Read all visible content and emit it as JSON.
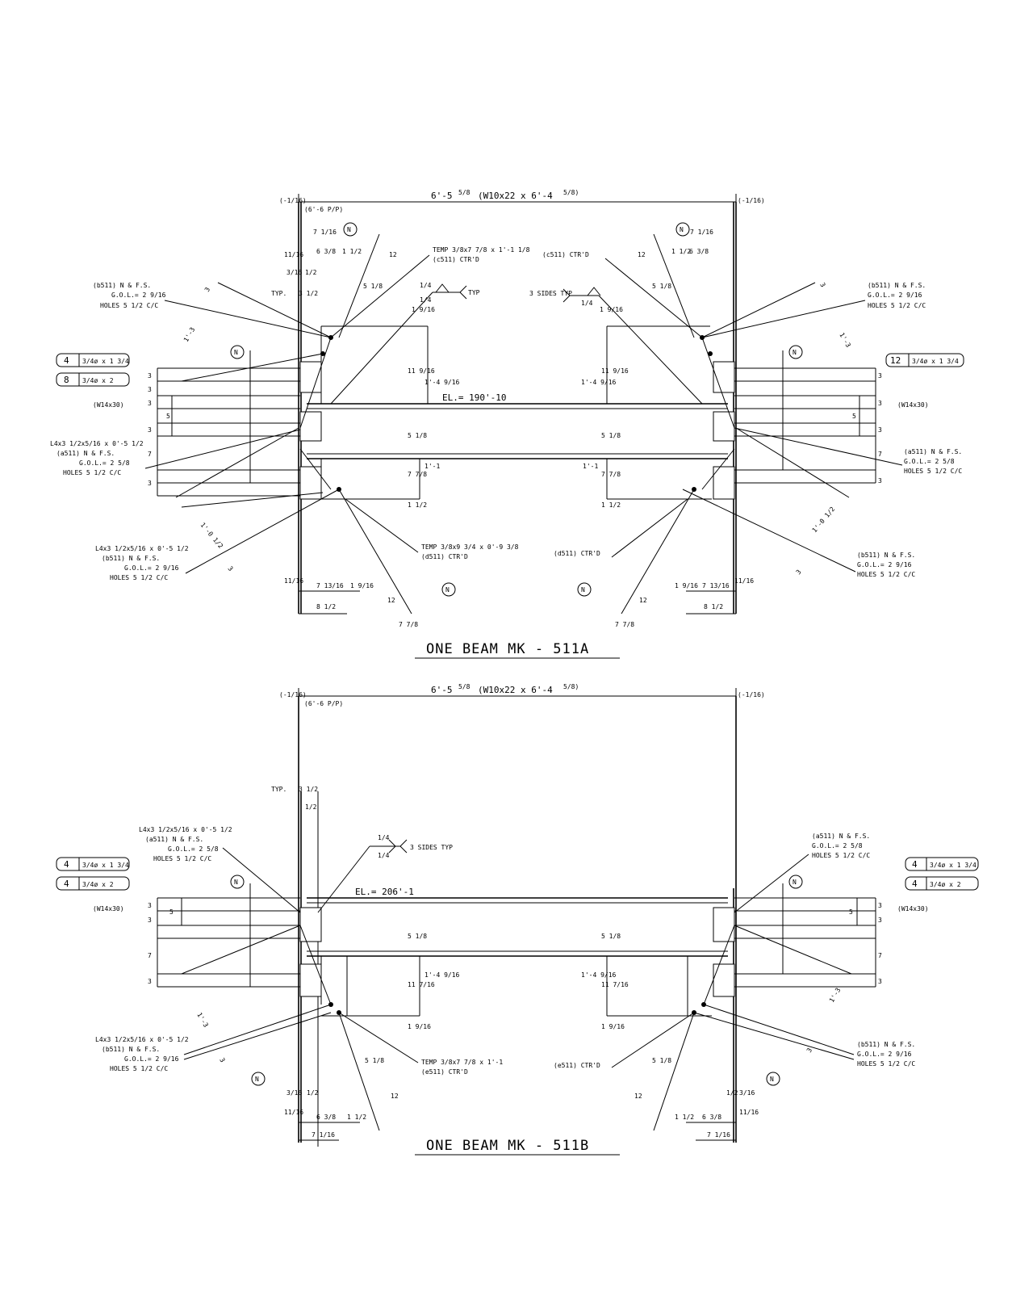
{
  "colors": {
    "ink": "#000000",
    "paper": "#ffffff"
  },
  "sheet": {
    "beam_a": {
      "title": "ONE BEAM MK - 511A",
      "overall_length": "6'-5",
      "overall_length_frac": "5/8",
      "member_spec": "(W10x22 x 6'-4",
      "member_spec_frac": "5/8)",
      "pp_note": "(6'-6 P/P)",
      "end_offset_left": "(-1/16)",
      "end_offset_right": "(-1/16)",
      "elevation": "EL.= 190'-10",
      "column_left": "(W14x30)",
      "column_right": "(W14x30)",
      "bolts_left": [
        {
          "qty": "4",
          "size": "3/4ø x 1 3/4"
        },
        {
          "qty": "8",
          "size": "3/4ø x 2"
        }
      ],
      "bolts_right": [
        {
          "qty": "12",
          "size": "3/4ø x 1 3/4"
        }
      ],
      "notes_left": [
        "(b511) N & F.S.",
        "G.O.L.= 2 9/16",
        "HOLES 5 1/2 C/C",
        "L4x3 1/2x5/16 x 0'-5 1/2",
        "(a511) N & F.S.",
        "G.O.L.= 2 5/8",
        "HOLES 5 1/2 C/C",
        "L4x3 1/2x5/16 x 0'-5 1/2",
        "(b511) N & F.S.",
        "G.O.L.= 2 9/16",
        "HOLES 5 1/2 C/C"
      ],
      "notes_right": [
        "(b511) N & F.S.",
        "G.O.L.= 2 9/16",
        "HOLES 5 1/2 C/C",
        "(a511) N & F.S.",
        "G.O.L.= 2 5/8",
        "HOLES 5 1/2 C/C",
        "(b511) N & F.S.",
        "G.O.L.= 2 9/16",
        "HOLES 5 1/2 C/C"
      ],
      "plate_top": [
        "TEMP 3/8x7 7/8 x 1'-1 1/8",
        "(c511) CTR'D"
      ],
      "plate_bottom": [
        "TEMP 3/8x9 3/4 x 0'-9 3/8",
        "(d511) CTR'D"
      ],
      "ctr_top_right": "(c511) CTR'D",
      "ctr_bottom_right": "(d511) CTR'D",
      "weld_left": {
        "size": "1/4",
        "note": "TYP"
      },
      "weld_right": {
        "size": "1/4",
        "note": "3 SIDES TYP"
      },
      "typ_label": "TYP.",
      "dims": {
        "top_a": "7 1/16",
        "top_b": "6 3/8",
        "top_c": "1 1/2",
        "left_a": "11/16",
        "left_b": "3/16",
        "left_c": "1/2",
        "typ_dim": "3 1/2",
        "slope_run": "5 1/8",
        "slope_rise": "12",
        "bot_a": "11/16",
        "bot_b": "7 13/16",
        "bot_c": "1 9/16",
        "bot_d": "8 1/2",
        "bot_slope_run": "7 7/8",
        "bot_slope_rise": "12",
        "v_top": "11 9/16",
        "v_top_small": "1 9/16",
        "v_top_tot": "1'-4 9/16",
        "v_web": "5 1/8",
        "v_bot": "7 7/8",
        "v_bot_tot": "1'-1",
        "v_bot_small": "1 1/2",
        "diag_top": "1'-3",
        "diag_bot": "1'-0 1/2",
        "diag_small": "3",
        "col_rows": [
          "3",
          "3",
          "3",
          "5",
          "3",
          "7",
          "3"
        ]
      },
      "north": "N"
    },
    "beam_b": {
      "title": "ONE BEAM MK - 511B",
      "overall_length": "6'-5",
      "overall_length_frac": "5/8",
      "member_spec": "(W10x22 x 6'-4",
      "member_spec_frac": "5/8)",
      "pp_note": "(6'-6 P/P)",
      "end_offset_left": "(-1/16)",
      "end_offset_right": "(-1/16)",
      "elevation": "EL.= 206'-1",
      "column_left": "(W14x30)",
      "column_right": "(W14x30)",
      "bolts_left": [
        {
          "qty": "4",
          "size": "3/4ø x 1 3/4"
        },
        {
          "qty": "4",
          "size": "3/4ø x 2"
        }
      ],
      "bolts_right": [
        {
          "qty": "4",
          "size": "3/4ø x 1 3/4"
        },
        {
          "qty": "4",
          "size": "3/4ø x 2"
        }
      ],
      "notes_left_top": [
        "L4x3 1/2x5/16 x 0'-5 1/2",
        "(a511) N & F.S.",
        "G.O.L.= 2 5/8",
        "HOLES 5 1/2 C/C"
      ],
      "notes_left_bot": [
        "L4x3 1/2x5/16 x 0'-5 1/2",
        "(b511) N & F.S.",
        "G.O.L.= 2 9/16",
        "HOLES 5 1/2 C/C"
      ],
      "notes_right_top": [
        "(a511) N & F.S.",
        "G.O.L.= 2 5/8",
        "HOLES 5 1/2 C/C"
      ],
      "notes_right_bot": [
        "(b511) N & F.S.",
        "G.O.L.= 2 9/16",
        "HOLES 5 1/2 C/C"
      ],
      "plate": [
        "TEMP 3/8x7 7/8 x 1'-1",
        "(e511) CTR'D"
      ],
      "ctr_right": "(e511) CTR'D",
      "weld": {
        "size": "1/4",
        "note": "3 SIDES TYP"
      },
      "typ_label": "TYP.",
      "dims": {
        "typ_dim": "3 1/2",
        "top_small": "1/2",
        "v_web": "5 1/8",
        "v_main": "11 7/16",
        "v_tot": "1'-4 9/16",
        "v_small": "1 9/16",
        "diag": "1'-3",
        "diag_small": "3",
        "slope_run": "5 1/8",
        "slope_rise": "12",
        "bot_a": "3/16",
        "bot_b": "1/2",
        "bot_c": "11/16",
        "bot_d": "6 3/8",
        "bot_e": "1 1/2",
        "bot_f": "7 1/16",
        "col_rows": [
          "3",
          "5",
          "3",
          "7",
          "3"
        ]
      },
      "north": "N"
    }
  }
}
